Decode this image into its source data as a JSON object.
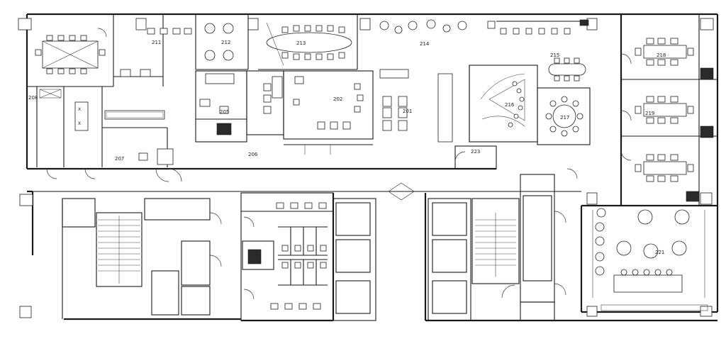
{
  "rooms": [
    {
      "id": "r211",
      "label": "211"
    },
    {
      "id": "r212",
      "label": "212"
    },
    {
      "id": "r213",
      "label": "213"
    },
    {
      "id": "r214",
      "label": "214"
    },
    {
      "id": "r215",
      "label": "215"
    },
    {
      "id": "r218",
      "label": "218"
    },
    {
      "id": "r219",
      "label": "219"
    },
    {
      "id": "r216",
      "label": "216"
    },
    {
      "id": "r217",
      "label": "217"
    },
    {
      "id": "r202",
      "label": "202"
    },
    {
      "id": "r201",
      "label": "201"
    },
    {
      "id": "r205",
      "label": "205"
    },
    {
      "id": "r206",
      "label": "206"
    },
    {
      "id": "r207",
      "label": "207"
    },
    {
      "id": "r208",
      "label": "208"
    },
    {
      "id": "r223",
      "label": "223"
    },
    {
      "id": "r221",
      "label": "221"
    }
  ]
}
